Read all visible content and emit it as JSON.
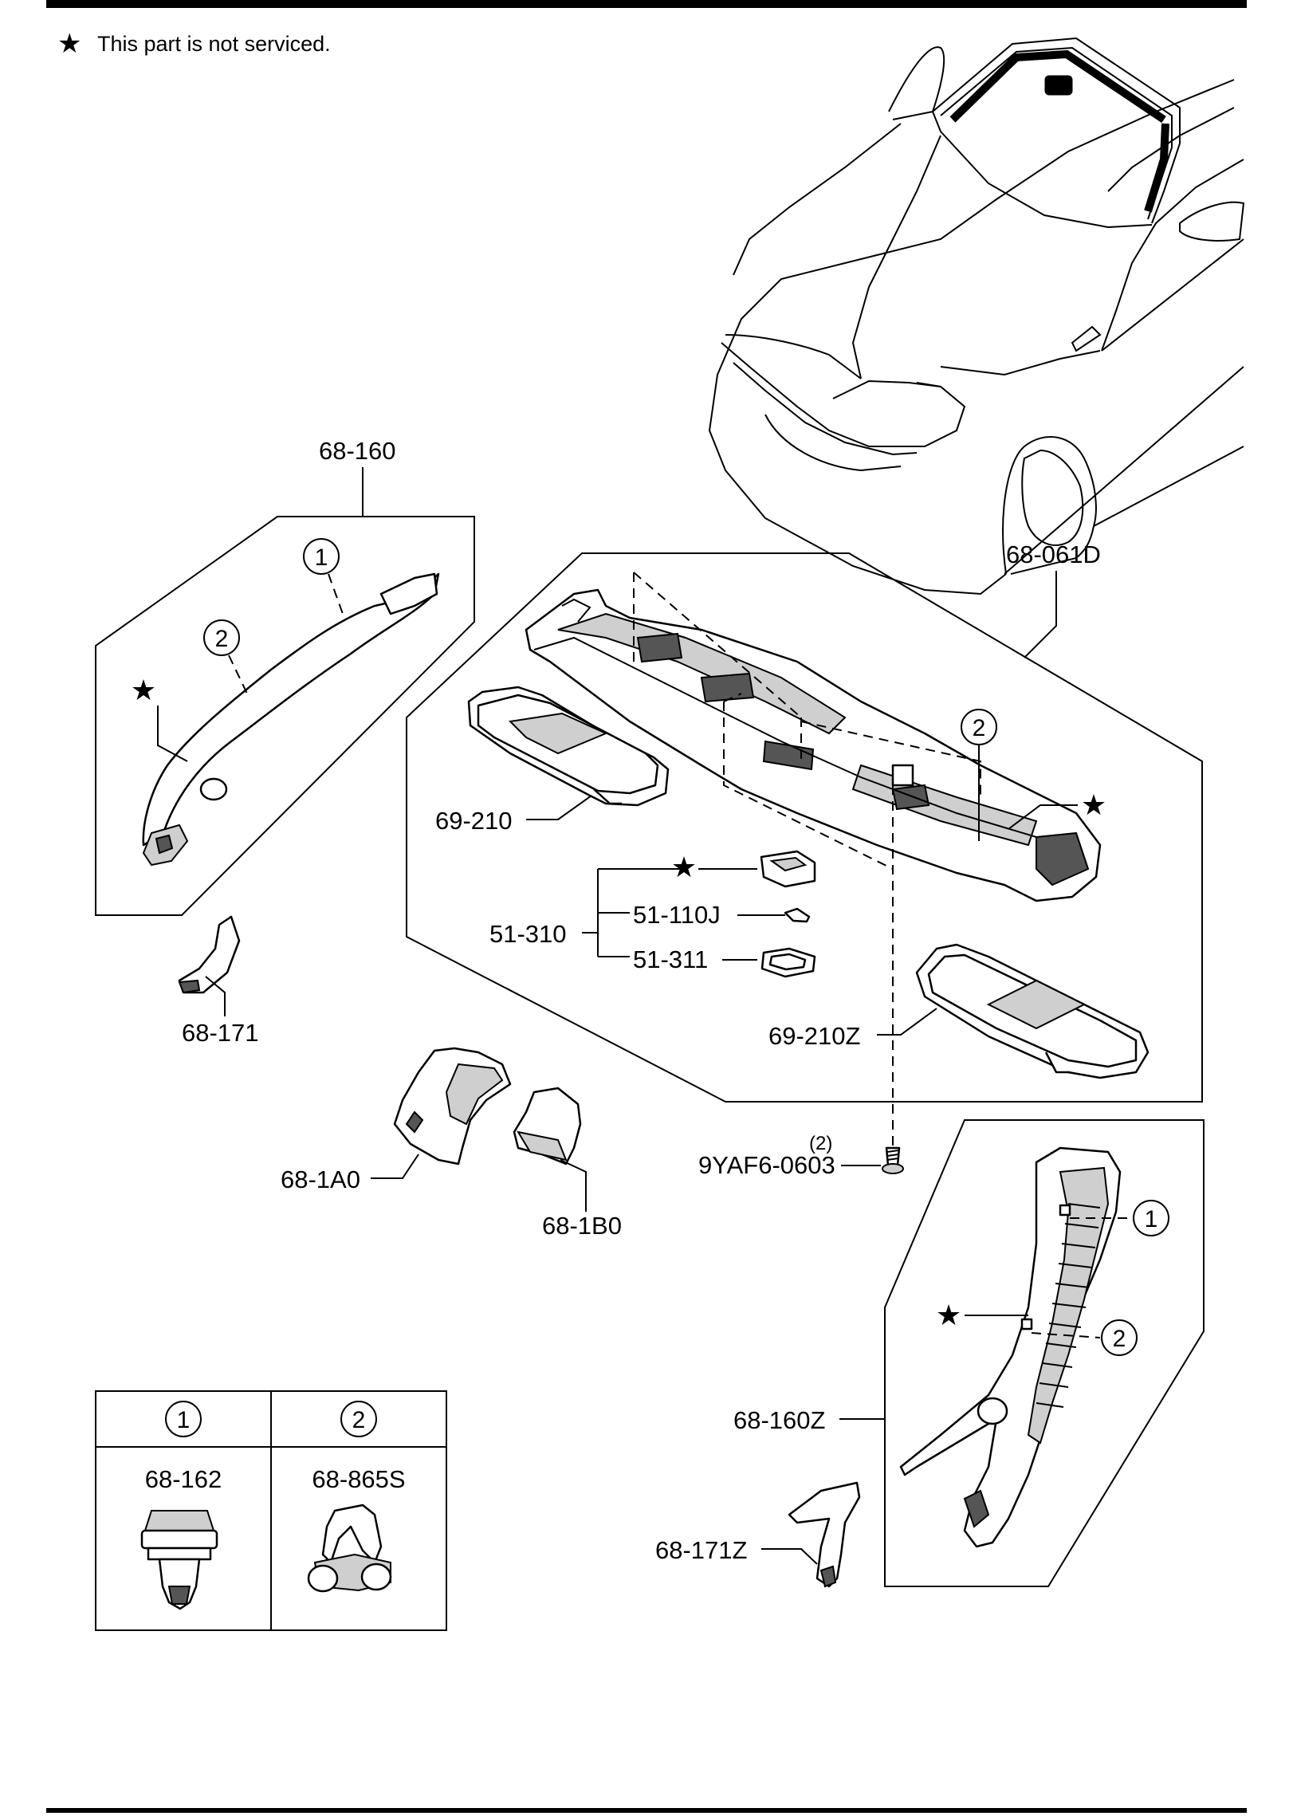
{
  "note": {
    "symbol": "★",
    "text": "This part is not serviced."
  },
  "labels": {
    "p68_160": "68-160",
    "p68_061D": "68-061D",
    "p69_210": "69-210",
    "p51_310": "51-310",
    "p51_110J": "51-110J",
    "p51_311": "51-311",
    "p69_210Z": "69-210Z",
    "p68_171": "68-171",
    "p68_1A0": "68-1A0",
    "p68_1B0": "68-1B0",
    "qty": "(2)",
    "p9YAF6_0603": "9YAF6-0603",
    "p68_160Z": "68-160Z",
    "p68_171Z": "68-171Z"
  },
  "callouts": {
    "one": "1",
    "two": "2",
    "star": "★"
  },
  "legend": {
    "headers": [
      "1",
      "2"
    ],
    "parts": [
      "68-162",
      "68-865S"
    ]
  }
}
